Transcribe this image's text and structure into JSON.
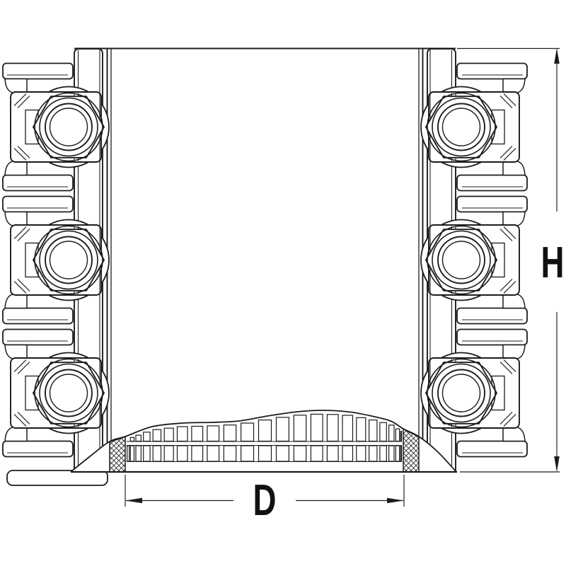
{
  "drawing": {
    "type": "technical-line-drawing",
    "subject": "pipe repair coupling (side elevation) with corrugated pipe and sealing gaskets",
    "background_color": "#ffffff",
    "line_color": "#1c1c1c",
    "labels": {
      "height": "H",
      "diameter": "D"
    }
  }
}
